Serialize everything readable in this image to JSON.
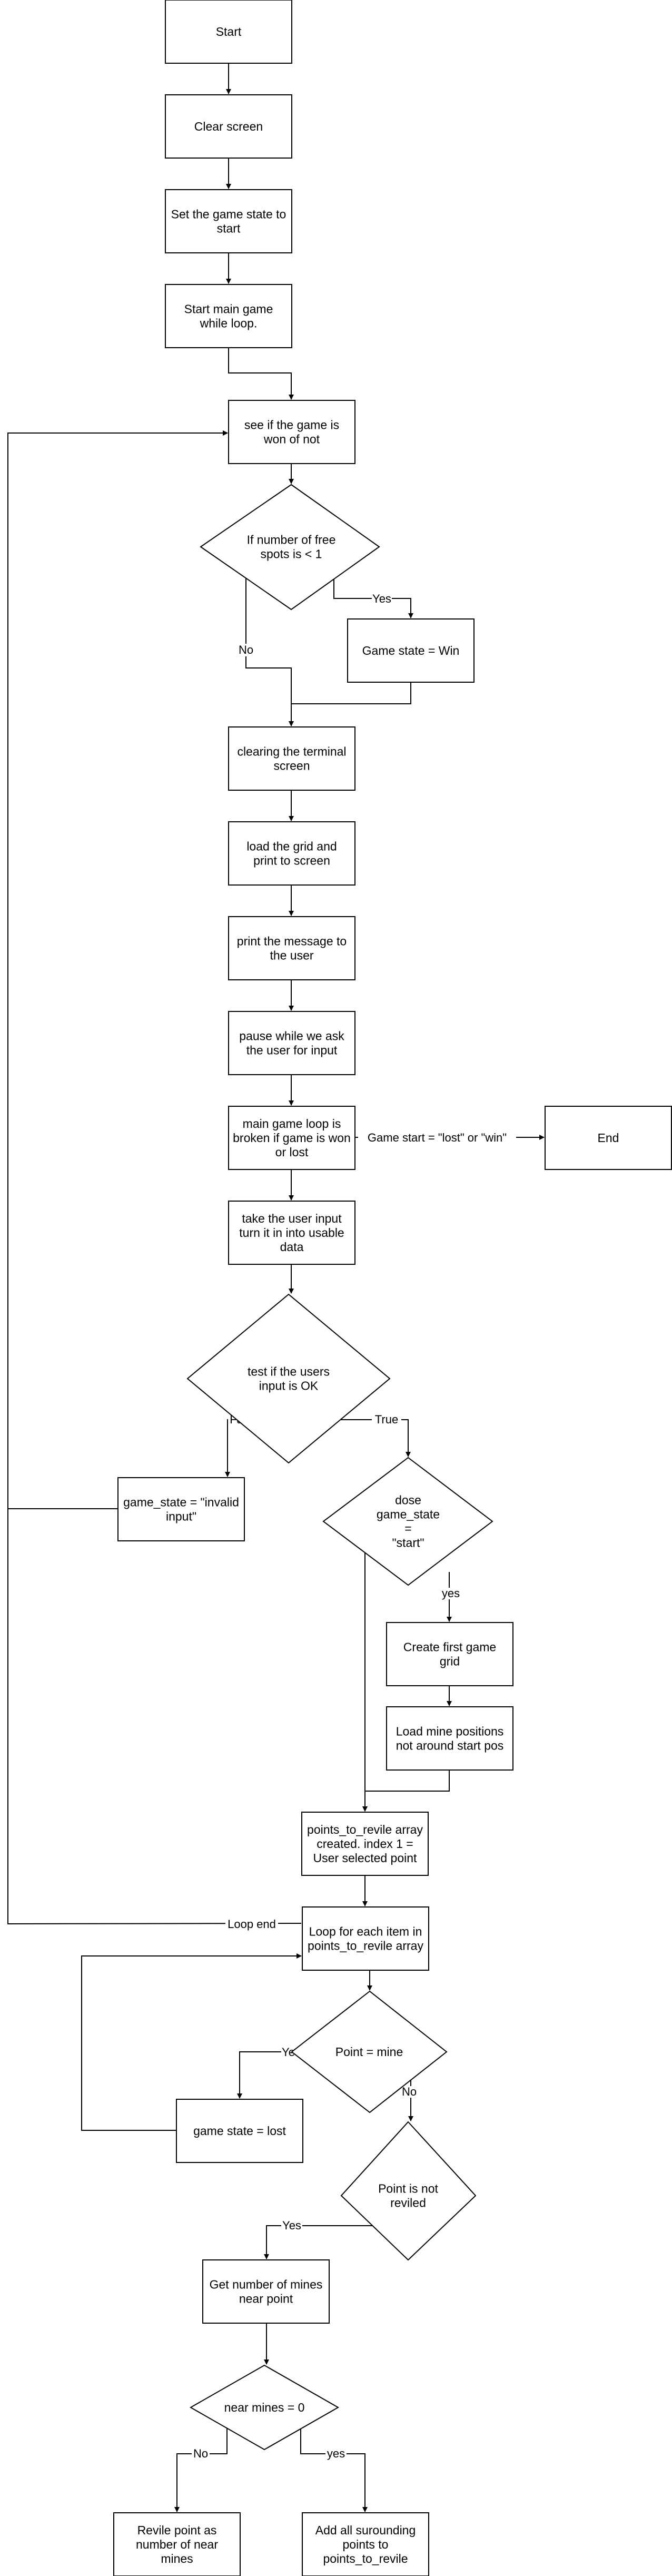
{
  "diagram": {
    "nodes": {
      "start": "Start",
      "clear": "Clear screen",
      "setstate": [
        "Set the game state to",
        "start"
      ],
      "mainloop": [
        "Start main game",
        "while loop."
      ],
      "checkwon": [
        "see if the game is",
        "won of not"
      ],
      "freespots": [
        "If number of free",
        "spots is < 1"
      ],
      "win": "Game state = Win",
      "clearterm": [
        "clearing the terminal",
        "screen"
      ],
      "loadgrid": [
        "load the grid  and",
        "print to screen"
      ],
      "printmsg": [
        "print the message to",
        "the user"
      ],
      "pause": [
        "pause while we ask",
        "the user for input"
      ],
      "broken": [
        "main game loop is",
        "broken if game is won",
        "or lost"
      ],
      "end": "End",
      "takeinput": [
        "take the user input",
        "turn it in into usable",
        "data"
      ],
      "testinput": [
        "test if the users",
        "input is OK"
      ],
      "invalid": [
        "game_state = \"invalid",
        "input\""
      ],
      "dose": [
        "dose",
        "game_state",
        "=",
        "\"start\""
      ],
      "firstgrid": [
        "Create first game",
        "grid"
      ],
      "loadmines": [
        "Load mine positions",
        "not around start pos"
      ],
      "points": [
        "points_to_revile array",
        "created. index 1 =",
        "User selected point"
      ],
      "loopeach": [
        "Loop for each item in",
        "points_to_revile array"
      ],
      "pointmine": "Point  = mine",
      "lost": "game state = lost",
      "notreviled": [
        "Point is not",
        "reviled"
      ],
      "getnum": [
        "Get number of mines",
        "near point"
      ],
      "nearzero": "near mines = 0",
      "revile": [
        "Revile point as",
        "number of near",
        "mines"
      ],
      "addall": [
        "Add all surounding",
        "points to",
        "points_to_revile"
      ]
    },
    "edge_labels": {
      "yes_win": "Yes",
      "no_free": "No",
      "game_start_end": "Game start = \"lost\" or \"win\"",
      "false_input": "False",
      "true_input": "True",
      "yes_start": "yes",
      "loop_end": "Loop end",
      "yes_mine": "Yes",
      "no_mine": "No",
      "yes_reviled": "Yes",
      "no_near": "No",
      "yes_near": "yes"
    }
  }
}
